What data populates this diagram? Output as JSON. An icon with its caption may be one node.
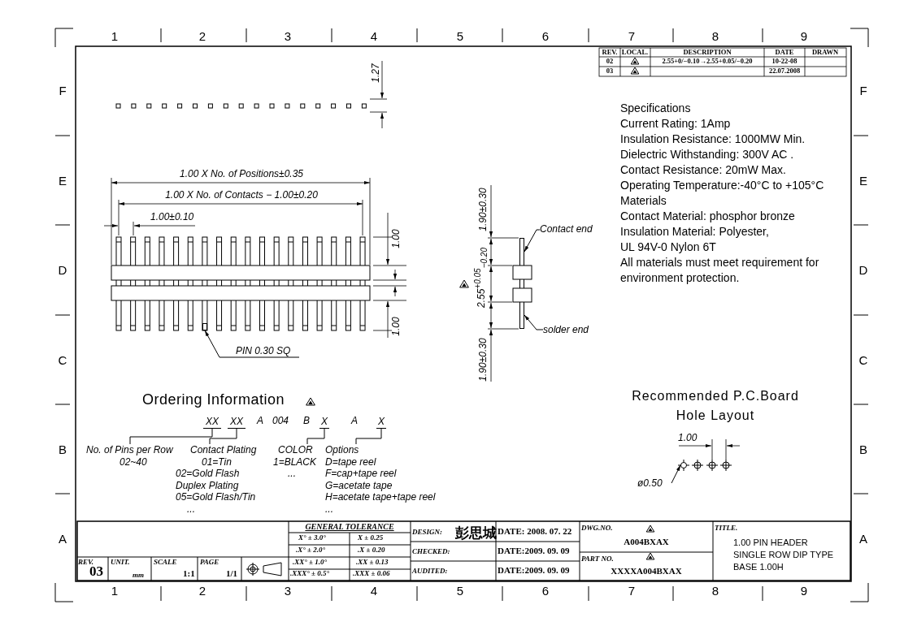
{
  "diagram": {
    "nodes": [
      {
        "text": [
          "PIN 0.30 SQ"
        ]
      },
      {
        "text": [],
        "shape": "bar"
      },
      {
        "text": [
          "Contact end"
        ]
      },
      {
        "text": [],
        "shape": "bar"
      },
      {
        "text": [
          "solder end"
        ]
      },
      {
        "text": [
          "XX"
        ]
      },
      {
        "text": [
          "XX"
        ]
      },
      {
        "text": [
          "X"
        ]
      },
      {
        "text": [
          "X"
        ]
      },
      {
        "text": [
          "No. of Pins per Row",
          "02~40"
        ]
      },
      {
        "text": [
          "Contact Plating",
          "01=Tin",
          "02=Gold Flash",
          "Duplex Plating",
          "05=Gold Flash/Tin",
          "..."
        ]
      },
      {
        "text": [
          "COLOR",
          "1=BLACK",
          "..."
        ]
      },
      {
        "text": [
          "Options",
          "D=tape reel",
          "F=cap+tape reel",
          "G=acetate tape",
          "H=acetate tape+tape reel",
          "..."
        ]
      },
      {
        "text": [
          "ø0.50"
        ]
      },
      {
        "text": [],
        "shape": "circle"
      }
    ],
    "edges": [
      {
        "from": 0,
        "to": 1,
        "arrow": "to"
      },
      {
        "from": 2,
        "to": 3,
        "arrow": "to"
      },
      {
        "from": 4,
        "to": 3,
        "arrow": "to"
      },
      {
        "from": 9,
        "to": 5,
        "arrow": "none"
      },
      {
        "from": 10,
        "to": 6,
        "arrow": "none"
      },
      {
        "from": 11,
        "to": 7,
        "arrow": "none"
      },
      {
        "from": 12,
        "to": 8,
        "arrow": "none"
      },
      {
        "from": 13,
        "to": 14,
        "arrow": "to"
      }
    ],
    "labels": [
      "1",
      "2",
      "3",
      "4",
      "5",
      "6",
      "7",
      "8",
      "9",
      "F",
      "F",
      "E",
      "E",
      "D",
      "D",
      "C",
      "C",
      "B",
      "B",
      "A",
      "A",
      "1",
      "2",
      "3",
      "4",
      "5",
      "6",
      "7",
      "8",
      "9",
      "REV.",
      "LOCAL.",
      "DESCRIPTION",
      "DATE",
      "DRAWN",
      "02",
      "2.55+0/−0.10→2.55+0.05/−0.20",
      "10-22-08",
      "03",
      "22.07.2008",
      "1.27",
      "Specifications",
      "Current Rating:  1Amp",
      "Insulation Resistance: 1000MW Min.",
      "Dielectric Withstanding: 300V AC .",
      "Contact Resistance:  20mW Max.",
      "Operating Temperature:-40°C to +105°C",
      "Materials",
      "Contact Material: phosphor bronze",
      "Insulation Material: Polyester,",
      "UL 94V-0 Nylon 6T",
      "All materials must meet requirement for environment protection.",
      "1.00 X No. of Positions±0.35",
      "1.00 X No. of Contacts − 1.00±0.20",
      "1.00±0.10",
      "1.00",
      "1.00",
      "1.90±0.30",
      "2.55$^{+0.05}$$_{−0.20}$",
      "1.90±0.30",
      "Recommended P.C.Board Hole Layout",
      "1.00",
      "Ordering Information",
      "A",
      "004",
      "B",
      "A",
      "GENERAL  TOLERANCE",
      "X° ± 3.0°",
      "X ± 0.25",
      ".X° ± 2.0°",
      ".X ± 0.20",
      ".XX° ± 1.0°",
      ".XX ± 0.13",
      ".XXX° ± 0.5°",
      ".XXX ± 0.06",
      "REV.",
      "03",
      "UNIT.",
      "mm",
      "SCALE",
      "1:1",
      "PAGE",
      "1/1",
      "DESIGN:",
      "彭思城",
      "DATE: 2008. 07. 22",
      "CHECKED:",
      "DATE:2009. 09. 09",
      "AUDITED:",
      "DATE:2009. 09. 09",
      "DWG.NO.",
      "A004BXAX",
      "PART NO.",
      "XXXXA004BXAX",
      "TITLE.",
      "1.00 PIN HEADER SINGLE ROW DIP TYPE BASE 1.00H"
    ]
  }
}
